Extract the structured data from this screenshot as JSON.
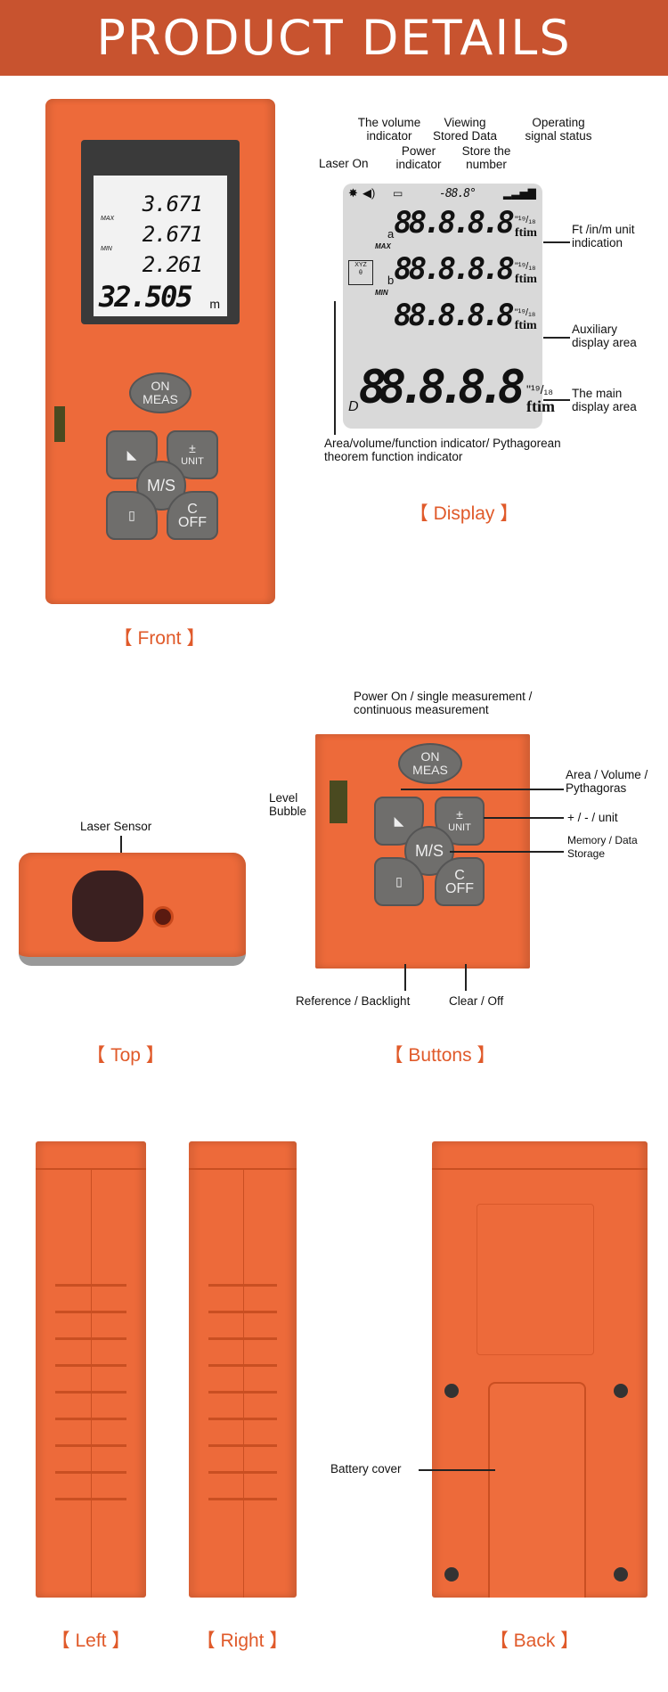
{
  "header": {
    "title": "PRODUCT DETAILS"
  },
  "front": {
    "caption": "【 Front 】",
    "screen": {
      "line1": "3.671",
      "line2": "2.671",
      "line3": "2.261",
      "main": "32.505",
      "unit": "m",
      "max": "MAX",
      "min": "MIN"
    },
    "buttons": {
      "on": "ON",
      "meas": "MEAS",
      "unit_plus": "±",
      "unit": "UNIT",
      "ms": "M/S",
      "c": "C",
      "off": "OFF"
    }
  },
  "display": {
    "caption": "【 Display 】",
    "labels": {
      "laser_on": "Laser On",
      "volume": "The volume indicator",
      "power": "Power indicator",
      "viewing": "Viewing Stored Data",
      "store": "Store the number",
      "signal": "Operating signal status",
      "units": "Ft /in/m unit indication",
      "aux": "Auxiliary display area",
      "main": "The main display area",
      "area": "Area/volume/function indicator/ Pythagorean theorem function indicator"
    },
    "lcd": {
      "digits": "88.8.8.8",
      "main_digits": "88.8.8.8",
      "temp": "-88.8°",
      "frac": "\"¹⁹/₁₈",
      "unit": "ftim",
      "a": "a",
      "b": "b",
      "d": "D",
      "max": "MAX",
      "min": "MIN",
      "xyz": "XYZ",
      "theta": "θ"
    }
  },
  "top": {
    "caption": "【 Top 】",
    "label": "Laser Sensor"
  },
  "buttons_view": {
    "caption": "【 Buttons 】",
    "labels": {
      "power": "Power On / single measurement / continuous measurement",
      "level": "Level Bubble",
      "area": "Area / Volume / Pythagoras",
      "unit": "+ / - / unit",
      "memory": "Memory / Data Storage",
      "reference": "Reference / Backlight",
      "clear": "Clear / Off"
    }
  },
  "sides": {
    "left": "【 Left 】",
    "right": "【 Right 】",
    "back": "【 Back 】",
    "battery": "Battery cover"
  }
}
